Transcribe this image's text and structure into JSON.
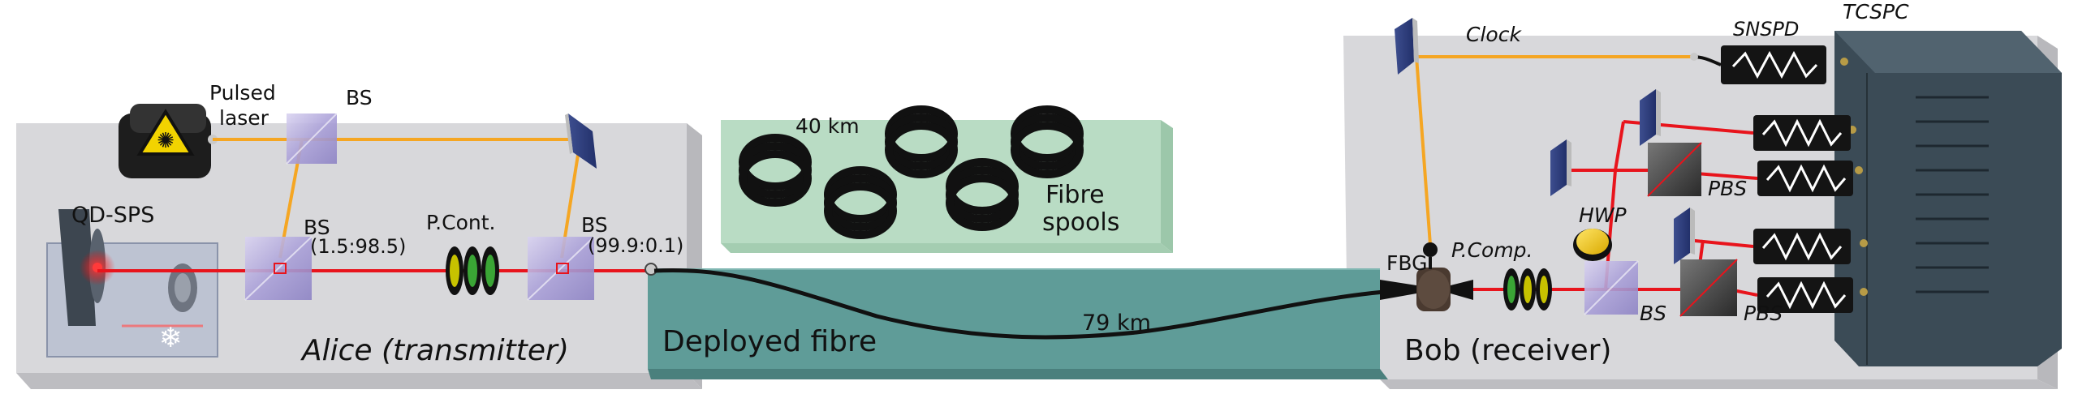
{
  "alice": {
    "title": "Alice (transmitter)",
    "laser_label_1": "Pulsed",
    "laser_label_2": "laser",
    "bs_top": "BS",
    "bs_left": "BS",
    "bs_left_ratio": "(1.5:98.5)",
    "pcont": "P.Cont.",
    "bs_right": "BS",
    "bs_right_ratio": "(99.9:0.1)",
    "source": "QD-SPS"
  },
  "link": {
    "deployed_label": "Deployed fibre",
    "length_label": "79 km"
  },
  "spools": {
    "length_label": "40 km",
    "label_1": "Fibre",
    "label_2": "spools"
  },
  "bob": {
    "title": "Bob (receiver)",
    "clock": "Clock",
    "snspd": "SNSPD",
    "tcspc": "TCSPC",
    "pbs_top": "PBS",
    "pbs_bottom": "PBS",
    "hwp": "HWP",
    "fbg": "FBG",
    "pcomp": "P.Comp.",
    "bs": "BS"
  },
  "colors": {
    "platform": "#d8d8db",
    "spool_table": "#b9dcc4",
    "fibre_channel": "#5f9c98",
    "pump_beam": "#f5a623",
    "photon_beam": "#e8141c",
    "tcspc_body": "#3b4b56",
    "snspd_body": "#141414"
  }
}
